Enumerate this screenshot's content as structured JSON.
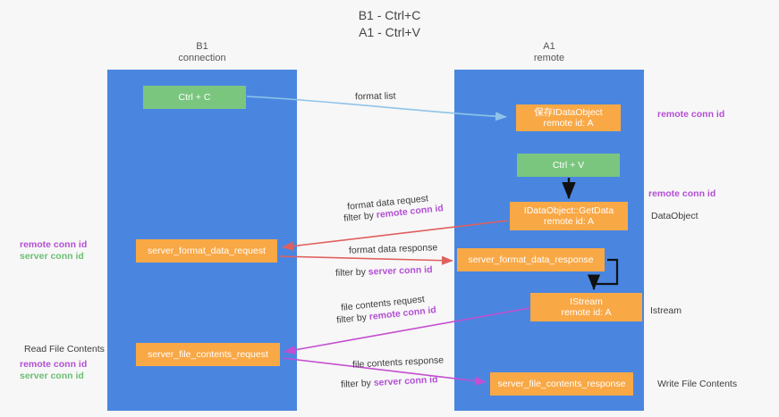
{
  "title": {
    "line1": "B1 - Ctrl+C",
    "line2": "A1 - Ctrl+V"
  },
  "columns": [
    {
      "name": "B1",
      "role": "connection"
    },
    {
      "name": "A1",
      "role": "remote"
    }
  ],
  "nodes": {
    "ctrl_c": {
      "label": "Ctrl + C",
      "color": "#7ac67f"
    },
    "save_dataobject": {
      "label": "保存IDataObject",
      "sub": "remote id: A",
      "color": "#f9a846"
    },
    "ctrl_v": {
      "label": "Ctrl + V",
      "color": "#7ac67f"
    },
    "getdata": {
      "label": "IDataObject::GetData",
      "sub": "remote id: A",
      "color": "#f9a846"
    },
    "server_format_data_request": {
      "label": "server_format_data_request",
      "color": "#f9a846"
    },
    "server_format_data_response": {
      "label": "server_format_data_response",
      "color": "#f9a846"
    },
    "istream": {
      "label": "IStream",
      "sub": "remote id: A",
      "color": "#f9a846"
    },
    "server_file_contents_request": {
      "label": "server_file_contents_request",
      "color": "#f9a846"
    },
    "server_file_contents_response": {
      "label": "server_file_contents_response",
      "color": "#f9a846"
    }
  },
  "edge_labels": {
    "format_list": "format list",
    "format_data_request": "format data request",
    "format_data_request_filter_prefix": "filter by ",
    "format_data_request_filter_key": "remote conn id",
    "format_data_response": "format data response",
    "format_data_response_filter_prefix": "filter by ",
    "format_data_response_filter_key": "server conn id",
    "file_contents_request": "file contents request",
    "file_contents_request_filter_prefix": "filter by ",
    "file_contents_request_filter_key": "remote conn id",
    "file_contents_response": "file contents response",
    "file_contents_response_filter_prefix": "filter by ",
    "file_contents_response_filter_key": "server conn id"
  },
  "annotations": {
    "right": {
      "remote_conn_id_top": "remote conn id",
      "remote_conn_id_mid": "remote conn id",
      "dataobject": "DataObject",
      "istream": "Istream",
      "write_file_contents": "Write File Contents"
    },
    "left": {
      "remote_conn_id_1": "remote conn id",
      "server_conn_id_1": "server conn id",
      "read_file_contents": "Read File Contents",
      "remote_conn_id_2": "remote conn id",
      "server_conn_id_2": "server conn id"
    }
  },
  "colors": {
    "lane": "#4a86e0",
    "node_orange": "#f9a846",
    "node_green": "#7ac67f",
    "accent_purple": "#b34fd4",
    "accent_green": "#6bbf73",
    "arrow_blue": "#8ec4e8",
    "arrow_red": "#e0605d",
    "arrow_magenta": "#c44fd0",
    "arrow_black": "#111111",
    "divider": "#2b2b2b",
    "background": "#f7f7f7"
  }
}
